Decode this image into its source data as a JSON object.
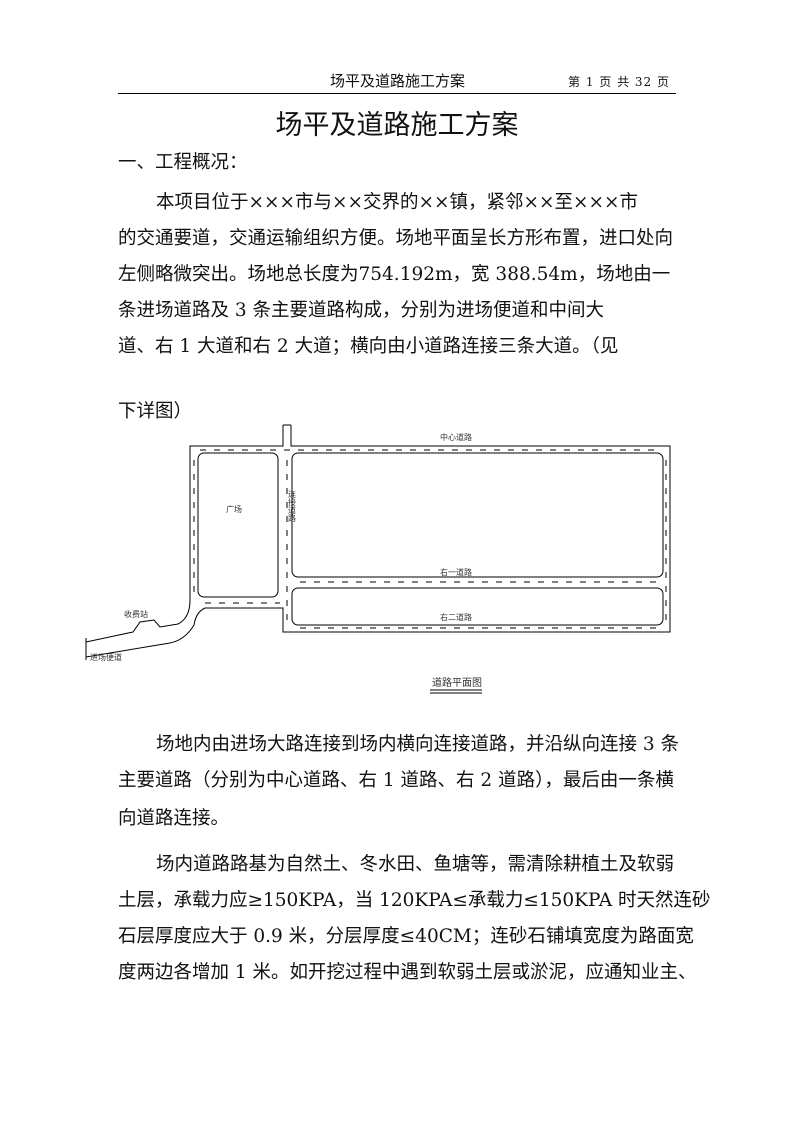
{
  "header": {
    "title": "场平及道路施工方案",
    "page_info": "第 1 页 共 32 页"
  },
  "doc_title": "场平及道路施工方案",
  "section_heading": "一、工程概况：",
  "para1": [
    "本项目位于×××市与××交界的××镇，紧邻××至×××市",
    "的交通要道，交通运输组织方便。场地平面呈长方形布置，进口处向",
    "左侧略微突出。场地总长度为754.192m，宽 388.54m，场地由一",
    "条进场道路及 3 条主要道路构成，分别为进场便道和中间大",
    "道、右 1 大道和右 2 大道；横向由小道路连接三条大道。（见",
    "下详图）"
  ],
  "diagram": {
    "labels": {
      "center_road": "中心道路",
      "right1": "右一道路",
      "right2": "右二道路",
      "plaza": "广场",
      "link_road": "连接道路",
      "toll": "收费站",
      "access": "进场便道"
    },
    "caption": "道路平面图"
  },
  "para2": [
    "场地内由进场大路连接到场内横向连接道路，并沿纵向连接 3 条",
    "主要道路（分别为中心道路、右 1 道路、右 2 道路），最后由一条横",
    "向道路连接。"
  ],
  "para3": [
    "场内道路路基为自然土、冬水田、鱼塘等，需清除耕植土及软弱",
    "土层，承载力应≥150KPA，当 120KPA≤承载力≤150KPA 时天然连砂",
    "石层厚度应大于 0.9 米，分层厚度≤40CM；连砂石铺填宽度为路面宽",
    "度两边各增加 1 米。如开挖过程中遇到软弱土层或淤泥，应通知业主、"
  ]
}
